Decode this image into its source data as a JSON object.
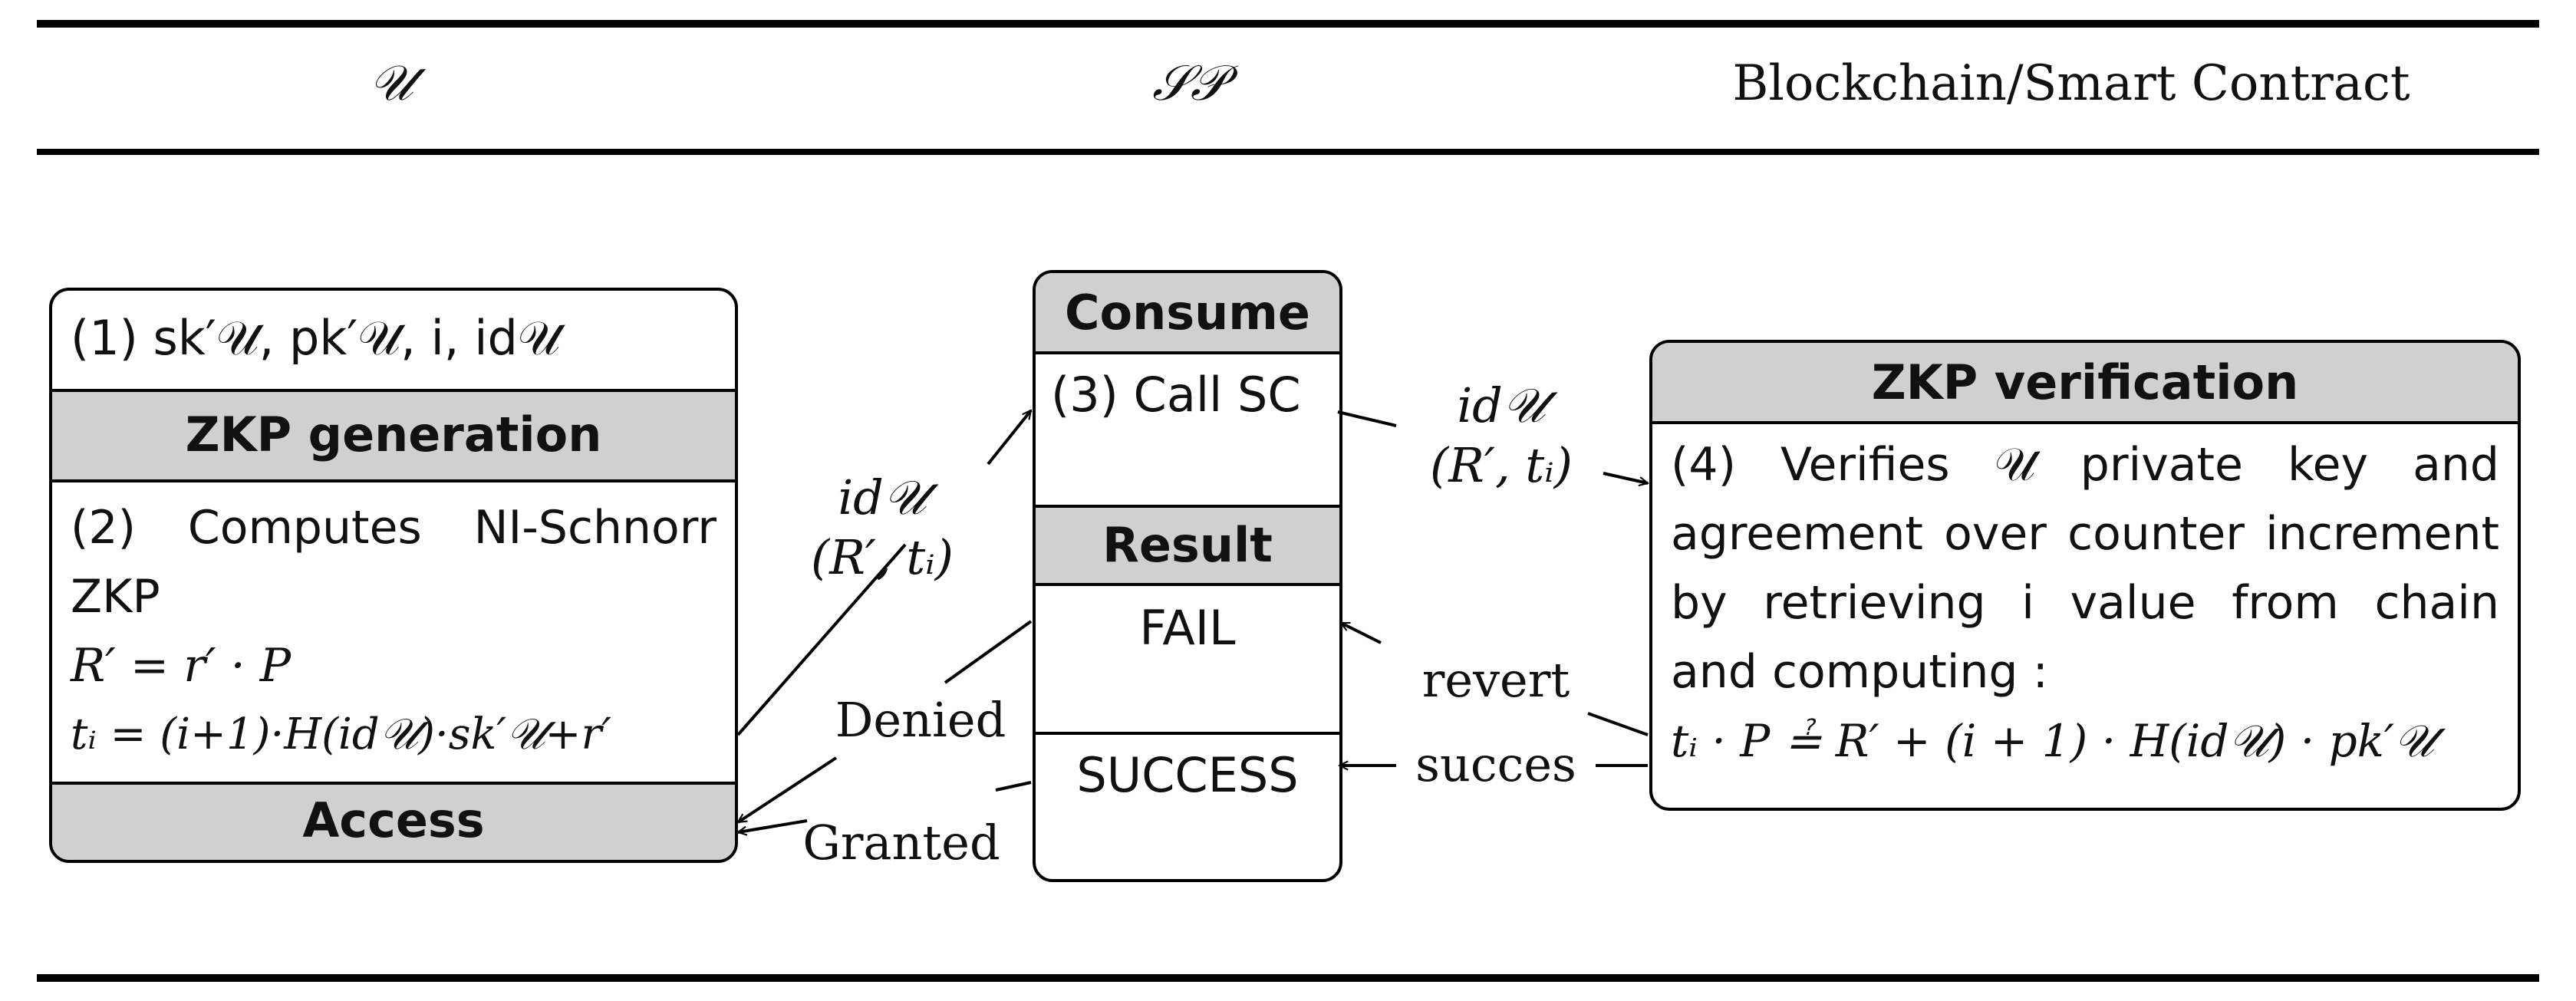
{
  "header": {
    "col_user": "𝒰",
    "col_sp": "𝒮𝒫",
    "col_chain": "Blockchain/Smart Contract"
  },
  "user_box": {
    "step1": "(1) sk′𝒰, pk′𝒰, i, id𝒰",
    "zkp_gen_title": "ZKP generation",
    "step2_line1": "(2) Computes NI-Schnorr",
    "step2_line2": "ZKP",
    "step2_line3": "R′ = r′ · P",
    "step2_line4": "tᵢ = (i+1)·H(id𝒰)·sk′𝒰+r′",
    "access_title": "Access"
  },
  "sp_box": {
    "consume_title": "Consume",
    "step3": "(3) Call SC",
    "result_title": "Result",
    "fail": "FAIL",
    "success": "SUCCESS"
  },
  "chain_box": {
    "title": "ZKP verification",
    "line1": "(4) Verifies 𝒰 private key and",
    "line2": "agreement over counter increment",
    "line3": "by retrieving i value from chain",
    "line4": "and computing :",
    "line5": "tᵢ · P ≟ R′ + (i + 1) · H(id𝒰) · pk′𝒰"
  },
  "edge_labels": {
    "user_to_sp_1": "id𝒰",
    "user_to_sp_2": "(R′, tᵢ)",
    "sp_to_sc_1": "id𝒰",
    "sp_to_sc_2": "(R′, tᵢ)",
    "denied": "Denied",
    "granted": "Granted",
    "revert": "revert",
    "succes": "succes"
  }
}
